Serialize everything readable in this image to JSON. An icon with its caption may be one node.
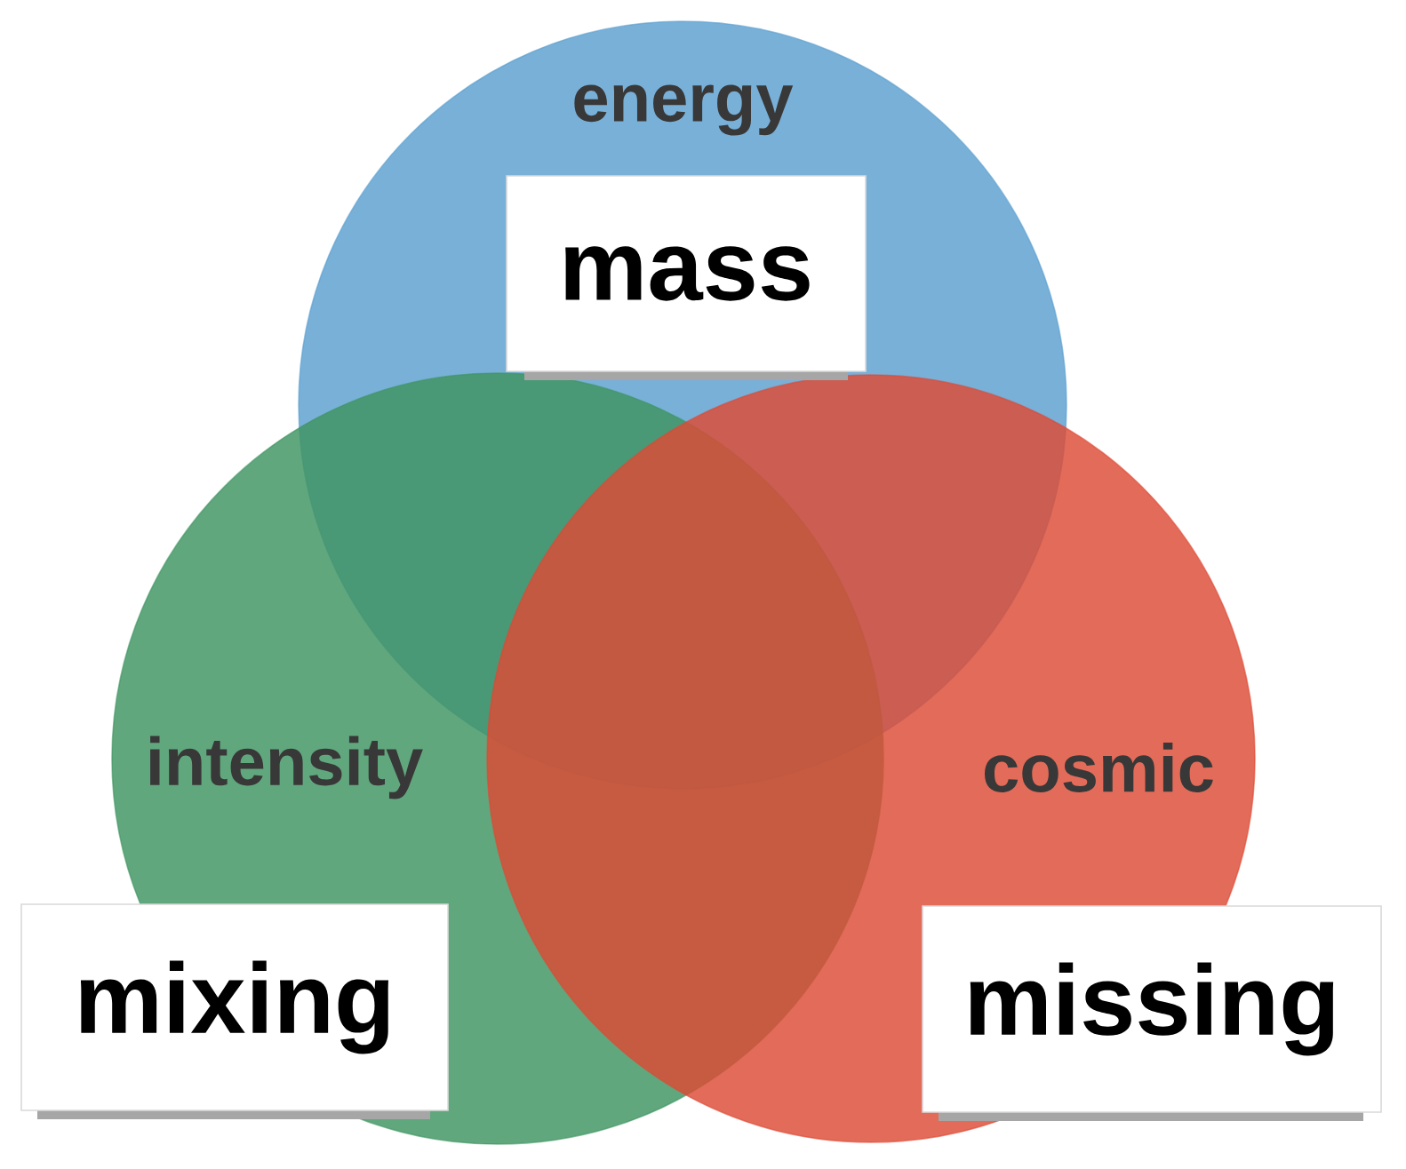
{
  "diagram": {
    "nodes": [
      {
        "text": [
          "energy"
        ]
      },
      {
        "text": [
          "intensity"
        ]
      },
      {
        "text": [
          "cosmic"
        ]
      },
      {
        "text": [
          "mass"
        ],
        "in": 0
      },
      {
        "text": [
          "mixing"
        ]
      },
      {
        "text": [
          "missing"
        ]
      }
    ]
  }
}
